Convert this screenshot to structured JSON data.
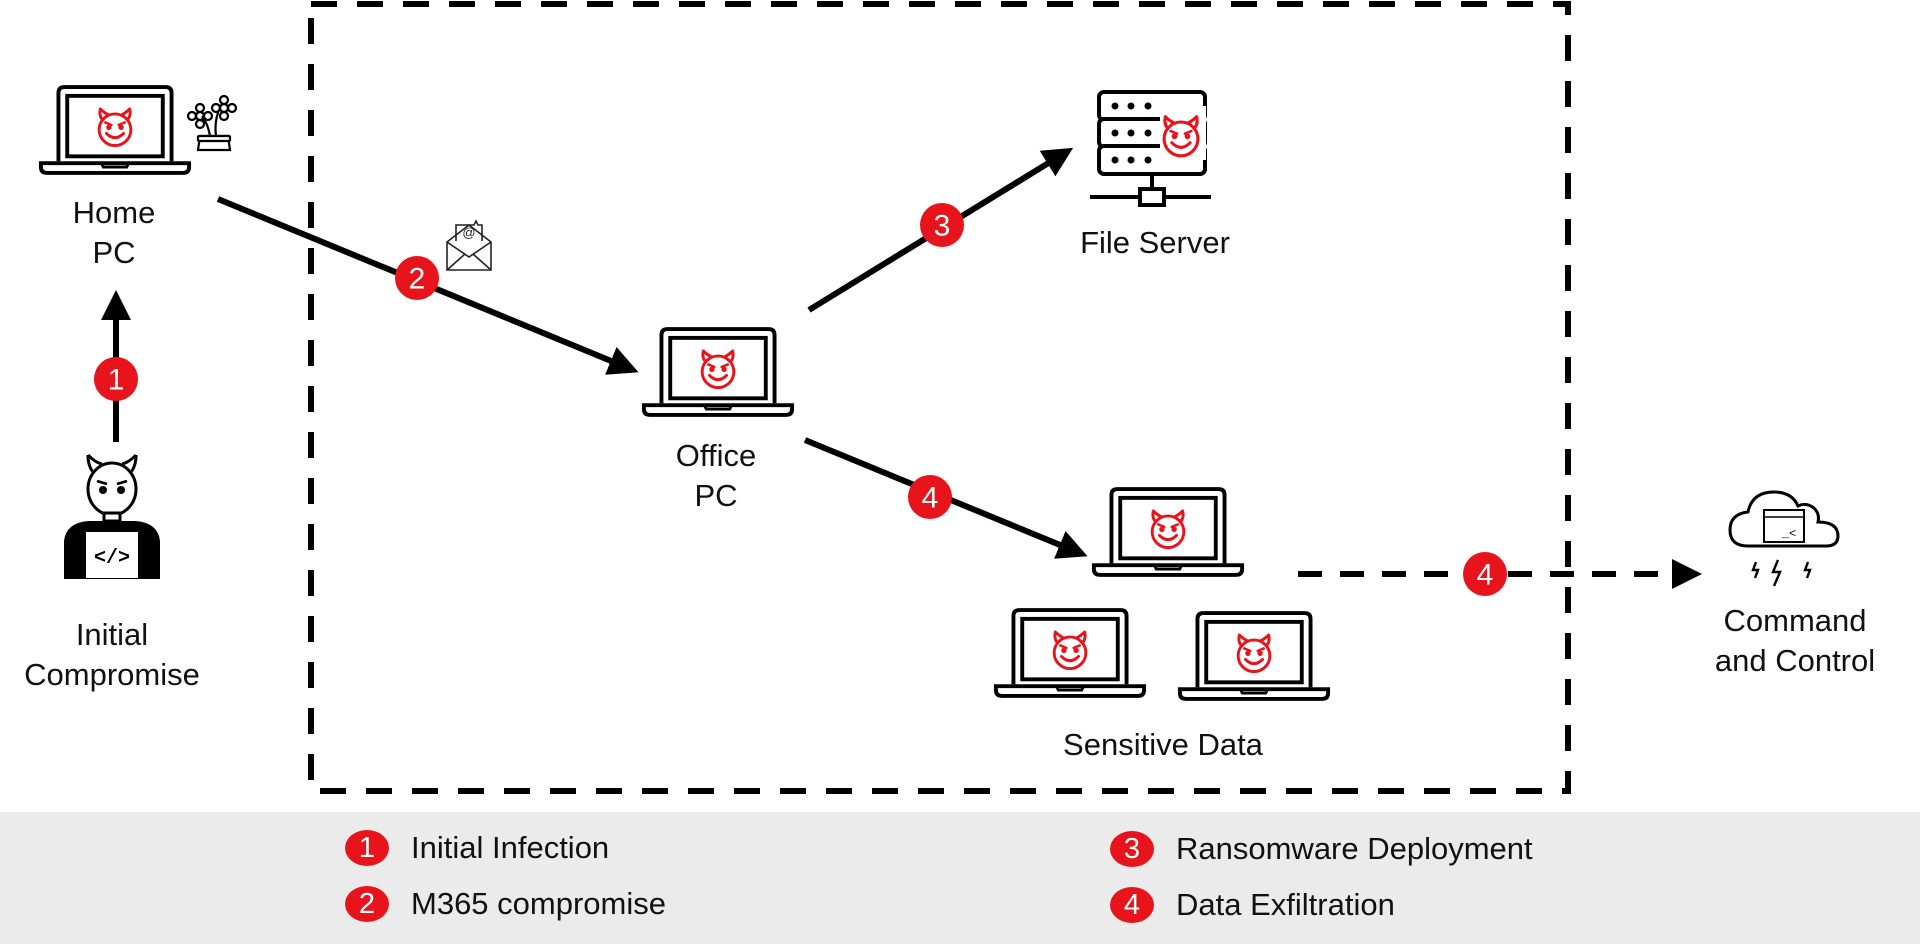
{
  "colors": {
    "accent": "#e8141b",
    "stroke": "#000000",
    "legend_bg": "#ebebeb"
  },
  "nodes": {
    "home_pc": {
      "line1": "Home",
      "line2": "PC",
      "icons": [
        "laptop-devil-icon",
        "flower-pot-icon"
      ]
    },
    "attacker": {
      "line1": "Initial",
      "line2": "Compromise",
      "icon": "hacker-devil-icon"
    },
    "office_pc": {
      "line1": "Office",
      "line2": "PC",
      "icon": "laptop-devil-icon"
    },
    "file_server": {
      "label": "File Server",
      "icon": "server-devil-icon"
    },
    "sensitive_data": {
      "label": "Sensitive Data",
      "icon": "laptop-devil-icon",
      "count": 3
    },
    "c2": {
      "line1": "Command",
      "line2": "and Control",
      "icon": "cloud-terminal-icon"
    }
  },
  "edges": [
    {
      "from": "attacker",
      "to": "home_pc",
      "step": "1",
      "style": "solid"
    },
    {
      "from": "home_pc",
      "to": "office_pc",
      "step": "2",
      "style": "solid",
      "icon": "email-icon"
    },
    {
      "from": "office_pc",
      "to": "file_server",
      "step": "3",
      "style": "solid"
    },
    {
      "from": "office_pc",
      "to": "sensitive_data",
      "step": "4",
      "style": "solid"
    },
    {
      "from": "sensitive_data",
      "to": "c2",
      "step": "4",
      "style": "dashed"
    }
  ],
  "badges": {
    "b1": "1",
    "b2": "2",
    "b3": "3",
    "b4a": "4",
    "b4b": "4"
  },
  "boundary": {
    "style": "dashed",
    "label": ""
  },
  "legend": [
    {
      "num": "1",
      "text": "Initial Infection"
    },
    {
      "num": "2",
      "text": "M365 compromise"
    },
    {
      "num": "3",
      "text": "Ransomware Deployment"
    },
    {
      "num": "4",
      "text": "Data Exfiltration"
    }
  ]
}
